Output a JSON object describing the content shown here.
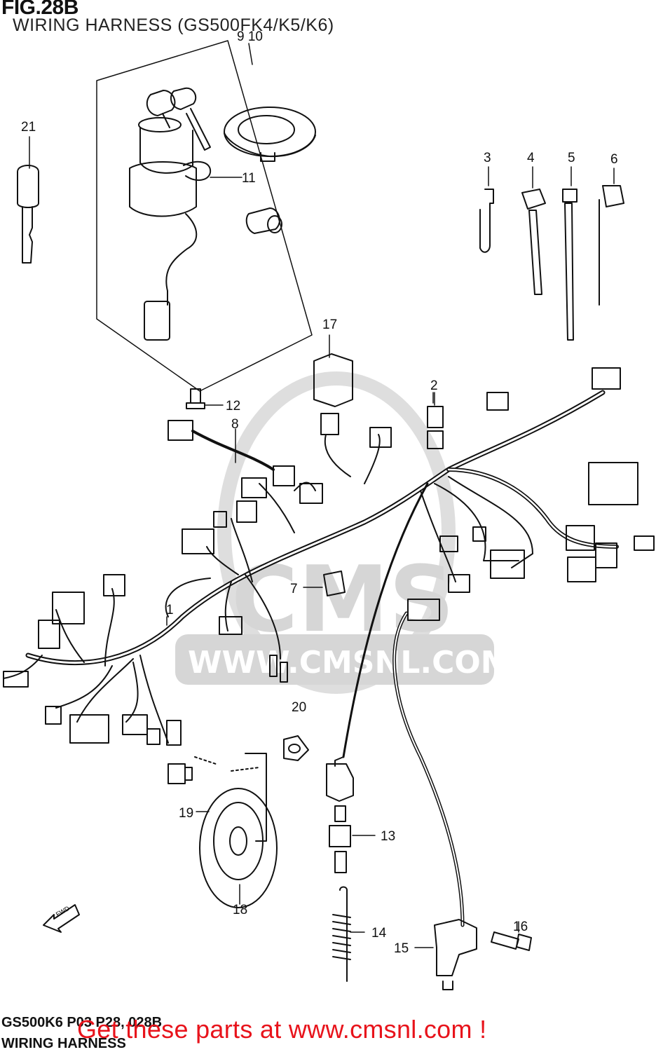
{
  "figure": {
    "number": "FIG.28B",
    "title": "WIRING HARNESS (GS500FK4/K5/K6)"
  },
  "callouts": {
    "c1": "1",
    "c2": "2",
    "c3": "3",
    "c4": "4",
    "c5": "5",
    "c6": "6",
    "c7": "7",
    "c8": "8",
    "c910": "9 10",
    "c11": "11",
    "c12": "12",
    "c13": "13",
    "c14": "14",
    "c15": "15",
    "c16": "16",
    "c17": "17",
    "c18": "18",
    "c19": "19",
    "c20": "20",
    "c21": "21"
  },
  "watermark": {
    "url": "WWW.CMSNL.COM",
    "logo": "CMS"
  },
  "direction_marker": "FWD",
  "footer": {
    "code": "GS500K6 P03 P28, 028B",
    "name": "WIRING HARNESS",
    "promo": "Get these parts at www.cmsnl.com !"
  },
  "colors": {
    "ink": "#111111",
    "watermark": "#d9d9d9",
    "promo": "#e8131b"
  }
}
